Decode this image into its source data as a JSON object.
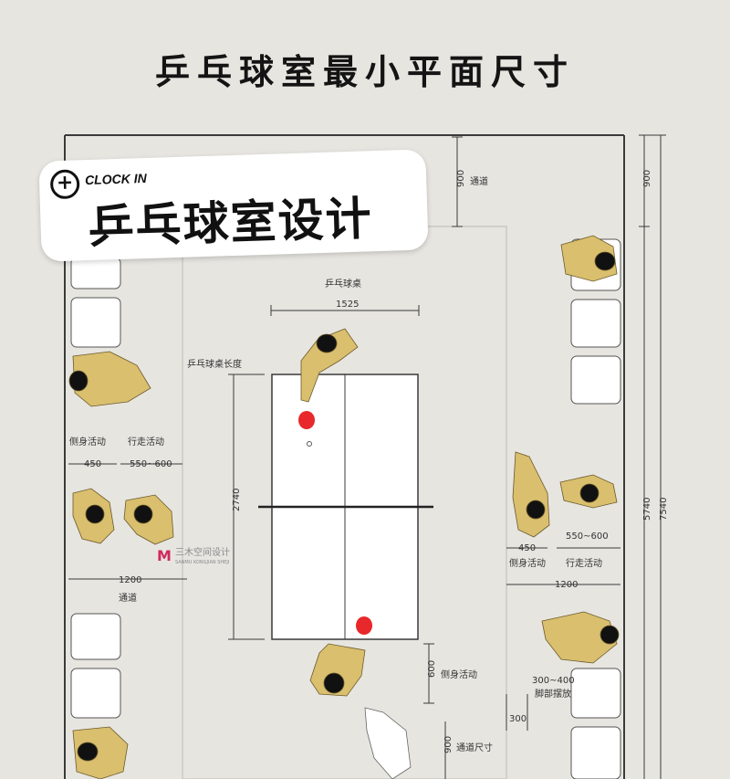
{
  "title": "乒乓球室最小平面尺寸",
  "badge": {
    "small": "CLOCK IN",
    "big": "乒乓球室设计",
    "plus_icon": "plus-circle-icon"
  },
  "watermark": {
    "logo": "M",
    "cn": "三木空间设计",
    "en": "SANMU KONGJIAN SHEJI"
  },
  "labels": {
    "tongdao_top": "通道",
    "table_label": "乒乓球桌",
    "table_length": "乒乓球桌长度",
    "left_side": "侧身活动",
    "left_walk": "行走活动",
    "right_side": "侧身活动",
    "right_walk": "行走活动",
    "left_tongdao": "通道",
    "bottom_side": "侧身活动",
    "foot_place_1": "300~400",
    "foot_place_2": "脚部摆放",
    "tongdao_size": "通道尺寸"
  },
  "dims": {
    "top_900": "900",
    "right_900": "900",
    "table_width": "1525",
    "table_length": "2740",
    "left_450": "450",
    "left_550_600": "550~600",
    "left_1200": "1200",
    "right_450": "450",
    "right_550_600": "550~600",
    "right_1200": "1200",
    "bottom_600": "600",
    "bottom_900": "900",
    "right_300": "300",
    "total_5740": "5740",
    "total_7540": "7540"
  },
  "colors": {
    "figure": "#d9bf6e",
    "ball": "#e8282a",
    "line": "#3a3a3a",
    "bg": "#e7e5e0"
  }
}
